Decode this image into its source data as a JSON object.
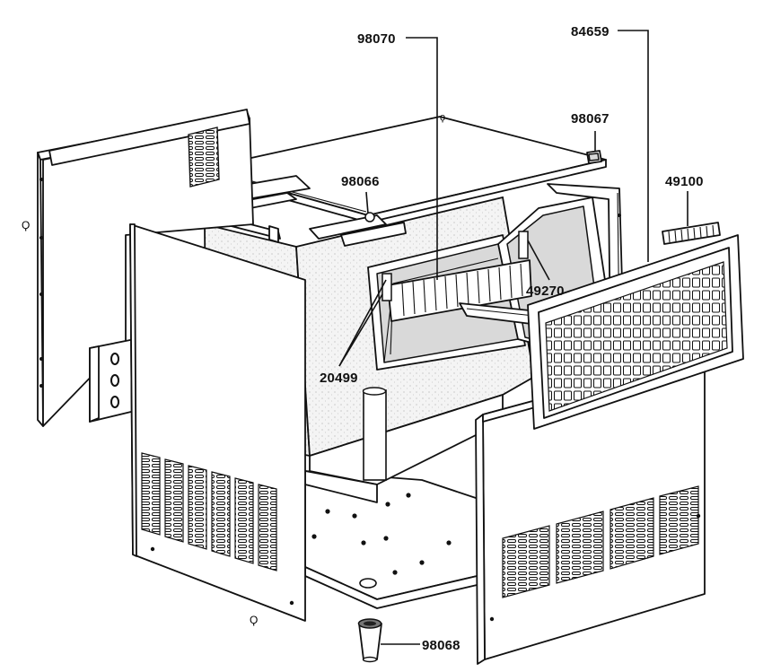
{
  "part_labels": {
    "p98070": "98070",
    "p84659": "84659",
    "p98067": "98067",
    "p98066": "98066",
    "p49100": "49100",
    "p49270": "49270",
    "p20499": "20499",
    "p98068": "98068"
  },
  "colors": {
    "line": "#111111",
    "paper": "#ffffff",
    "shade": "#f1f1f1"
  }
}
